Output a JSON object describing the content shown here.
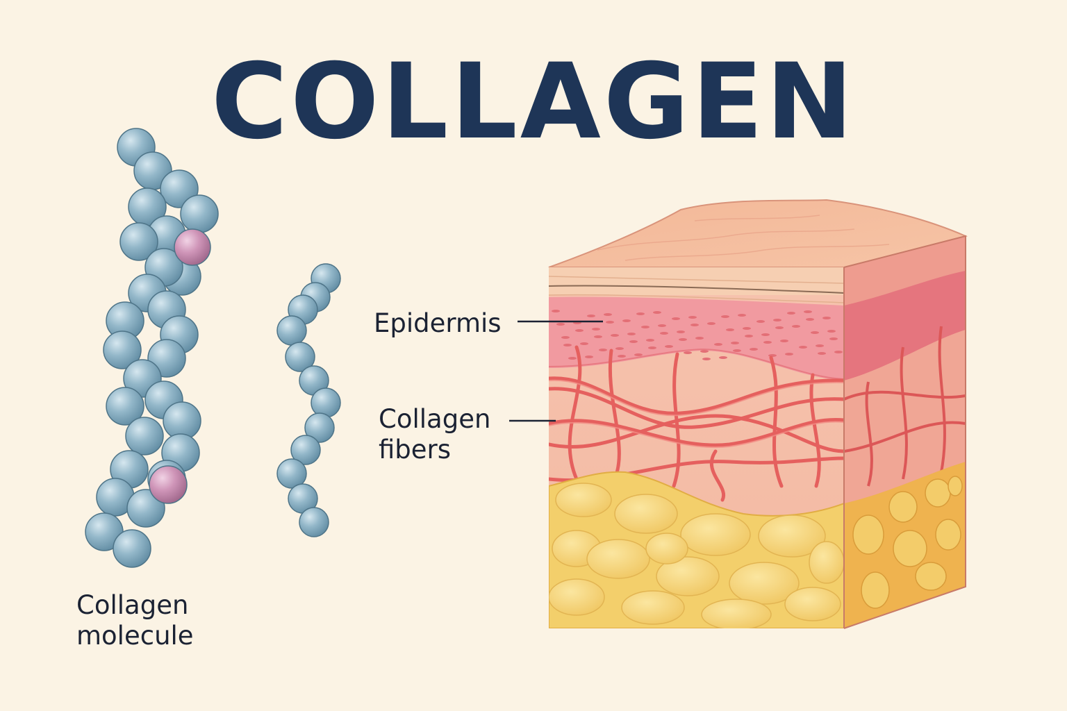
{
  "title": "COLLAGEN",
  "labels": {
    "epidermis": "Epidermis",
    "collagen_fibers_line1": "Collagen",
    "collagen_fibers_line2": "fibers",
    "collagen_molecule_line1": "Collagen",
    "collagen_molecule_line2": "molecule"
  },
  "colors": {
    "background": "#fbf3e4",
    "title": "#1e3557",
    "bead_blue": "#8fb3c6",
    "bead_pink": "#c98fb3",
    "fiber_red": "#e0605e",
    "skin_top": "#f2b293",
    "fat_yellow": "#f3cf6b"
  }
}
